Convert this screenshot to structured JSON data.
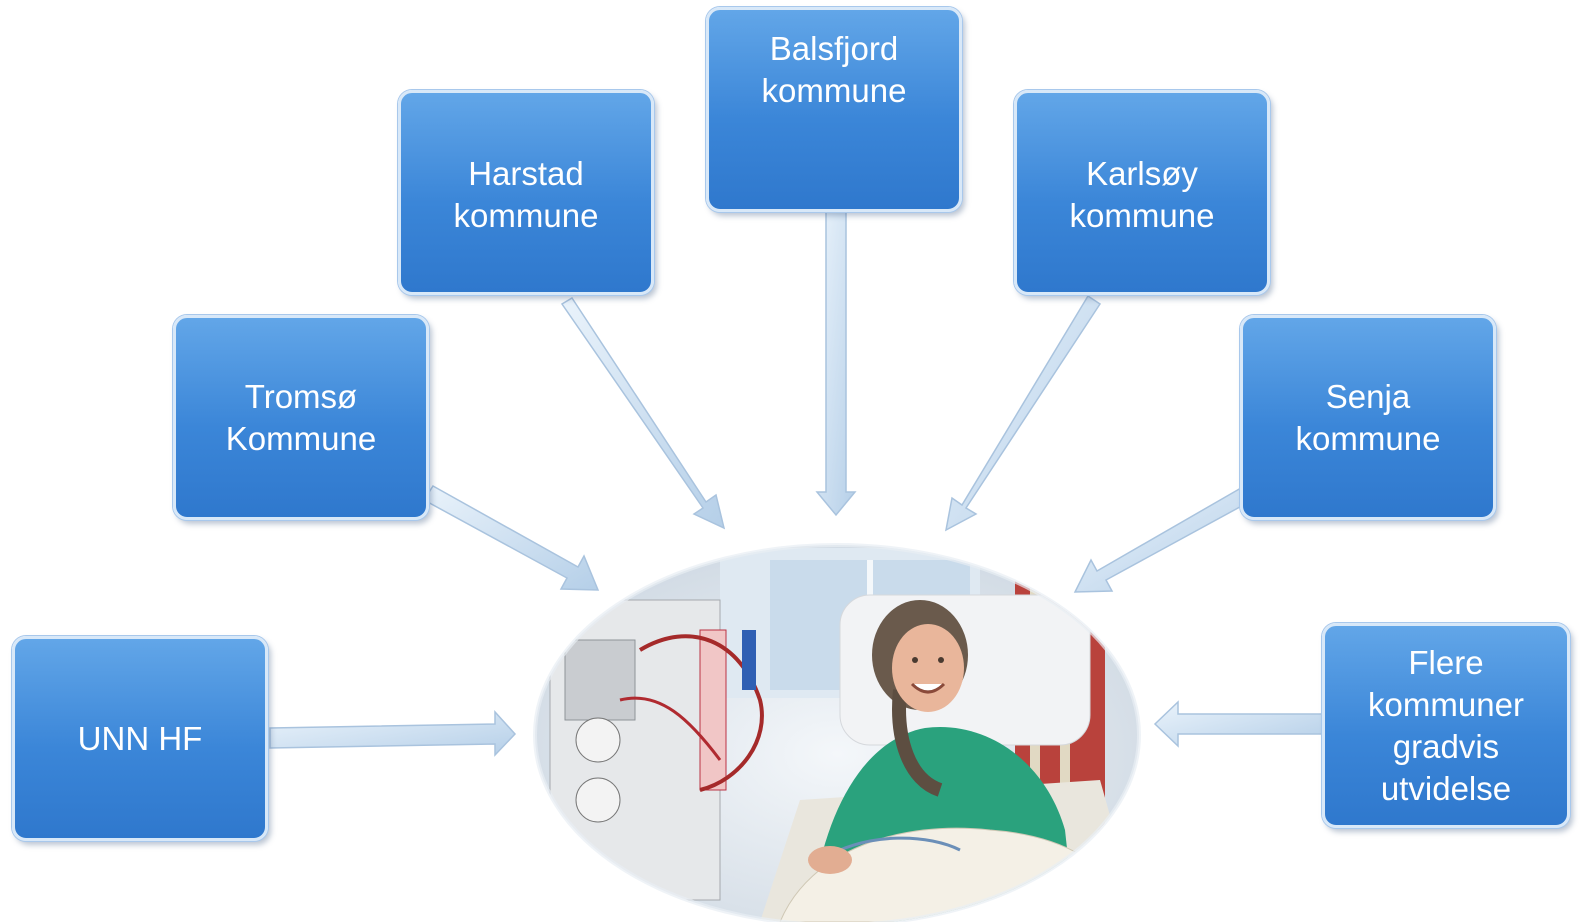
{
  "nodes": {
    "unn": {
      "label": "UNN HF"
    },
    "tromso": {
      "label": "Tromsø\nKommune"
    },
    "harstad": {
      "label": "Harstad\nkommune"
    },
    "balsfjord": {
      "label": "Balsfjord\nkommune"
    },
    "karlsoy": {
      "label": "Karlsøy\nkommune"
    },
    "senja": {
      "label": "Senja\nkommune"
    },
    "flere": {
      "label": "Flere\nkommuner\ngradvis\nutvidelse"
    }
  },
  "center_image": {
    "description_icon": "patient-dialysis-photo"
  },
  "colors": {
    "box_top": "#62a6e8",
    "box_bottom": "#2f78cd",
    "arrow": "#c6dcf0"
  }
}
